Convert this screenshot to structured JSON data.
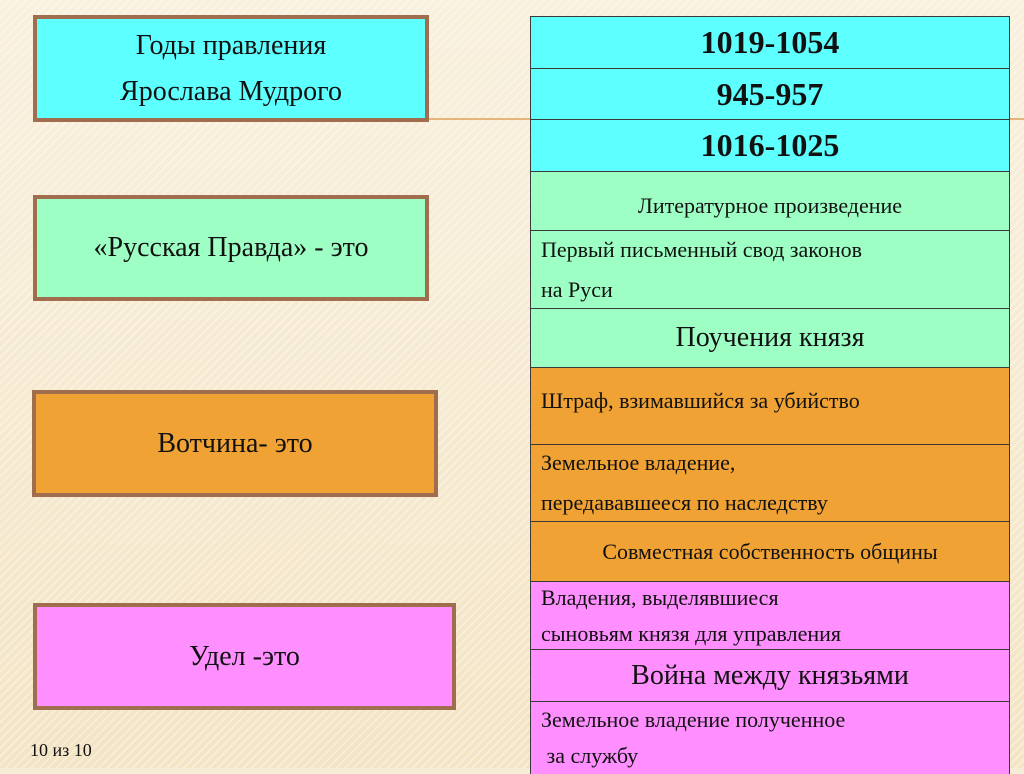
{
  "questions": {
    "q1_line1": "Годы правления",
    "q1_line2": "Ярослава Мудрого",
    "q2": "«Русская Правда» - это",
    "q3": "Вотчина- это",
    "q4": "Удел -это"
  },
  "answers": [
    {
      "lines": [
        "1019-1054"
      ]
    },
    {
      "lines": [
        "945-957"
      ]
    },
    {
      "lines": [
        "1016-1025"
      ]
    },
    {
      "lines": [
        "Литературное произведение"
      ]
    },
    {
      "lines": [
        "Первый письменный  свод законов",
        "на Руси"
      ]
    },
    {
      "lines": [
        "Поучения князя"
      ]
    },
    {
      "lines": [
        "Штраф, взимавшийся за убийство"
      ]
    },
    {
      "lines": [
        "Земельное владение,",
        "передававшееся по наследству"
      ]
    },
    {
      "lines": [
        "Совместная собственность общины"
      ]
    },
    {
      "lines": [
        "Владения, выделявшиеся",
        "сыновьям князя   для управления"
      ]
    },
    {
      "lines": [
        "Война между князьями"
      ]
    },
    {
      "lines": [
        "Земельное владение полученное",
        " за службу"
      ]
    }
  ],
  "footer": {
    "page_counter": "10 из 10"
  },
  "colors": {
    "cyan": "#5dffff",
    "green": "#9effc4",
    "orange": "#f0a334",
    "pink": "#ff8fff",
    "border_brown": "#a06e4e"
  }
}
